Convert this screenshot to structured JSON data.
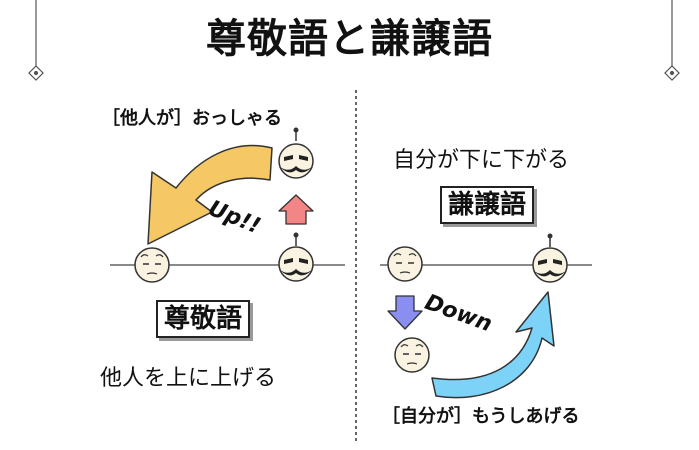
{
  "title": "尊敬語と謙譲語",
  "left": {
    "subject_label": "［他人が］おっしゃる",
    "box_label": "尊敬語",
    "description": "他人を上に上げる",
    "tag": "Up!!"
  },
  "right": {
    "description": "自分が下に下がる",
    "box_label": "謙譲語",
    "subject_label": "［自分が］もうしあげる",
    "tag": "Down"
  },
  "colors": {
    "left_arrow": "#f6c865",
    "right_arrow": "#7dd3f7",
    "up_arrow": "#f28585",
    "down_arrow": "#8a8ef0",
    "face": "#fbf3e2"
  }
}
